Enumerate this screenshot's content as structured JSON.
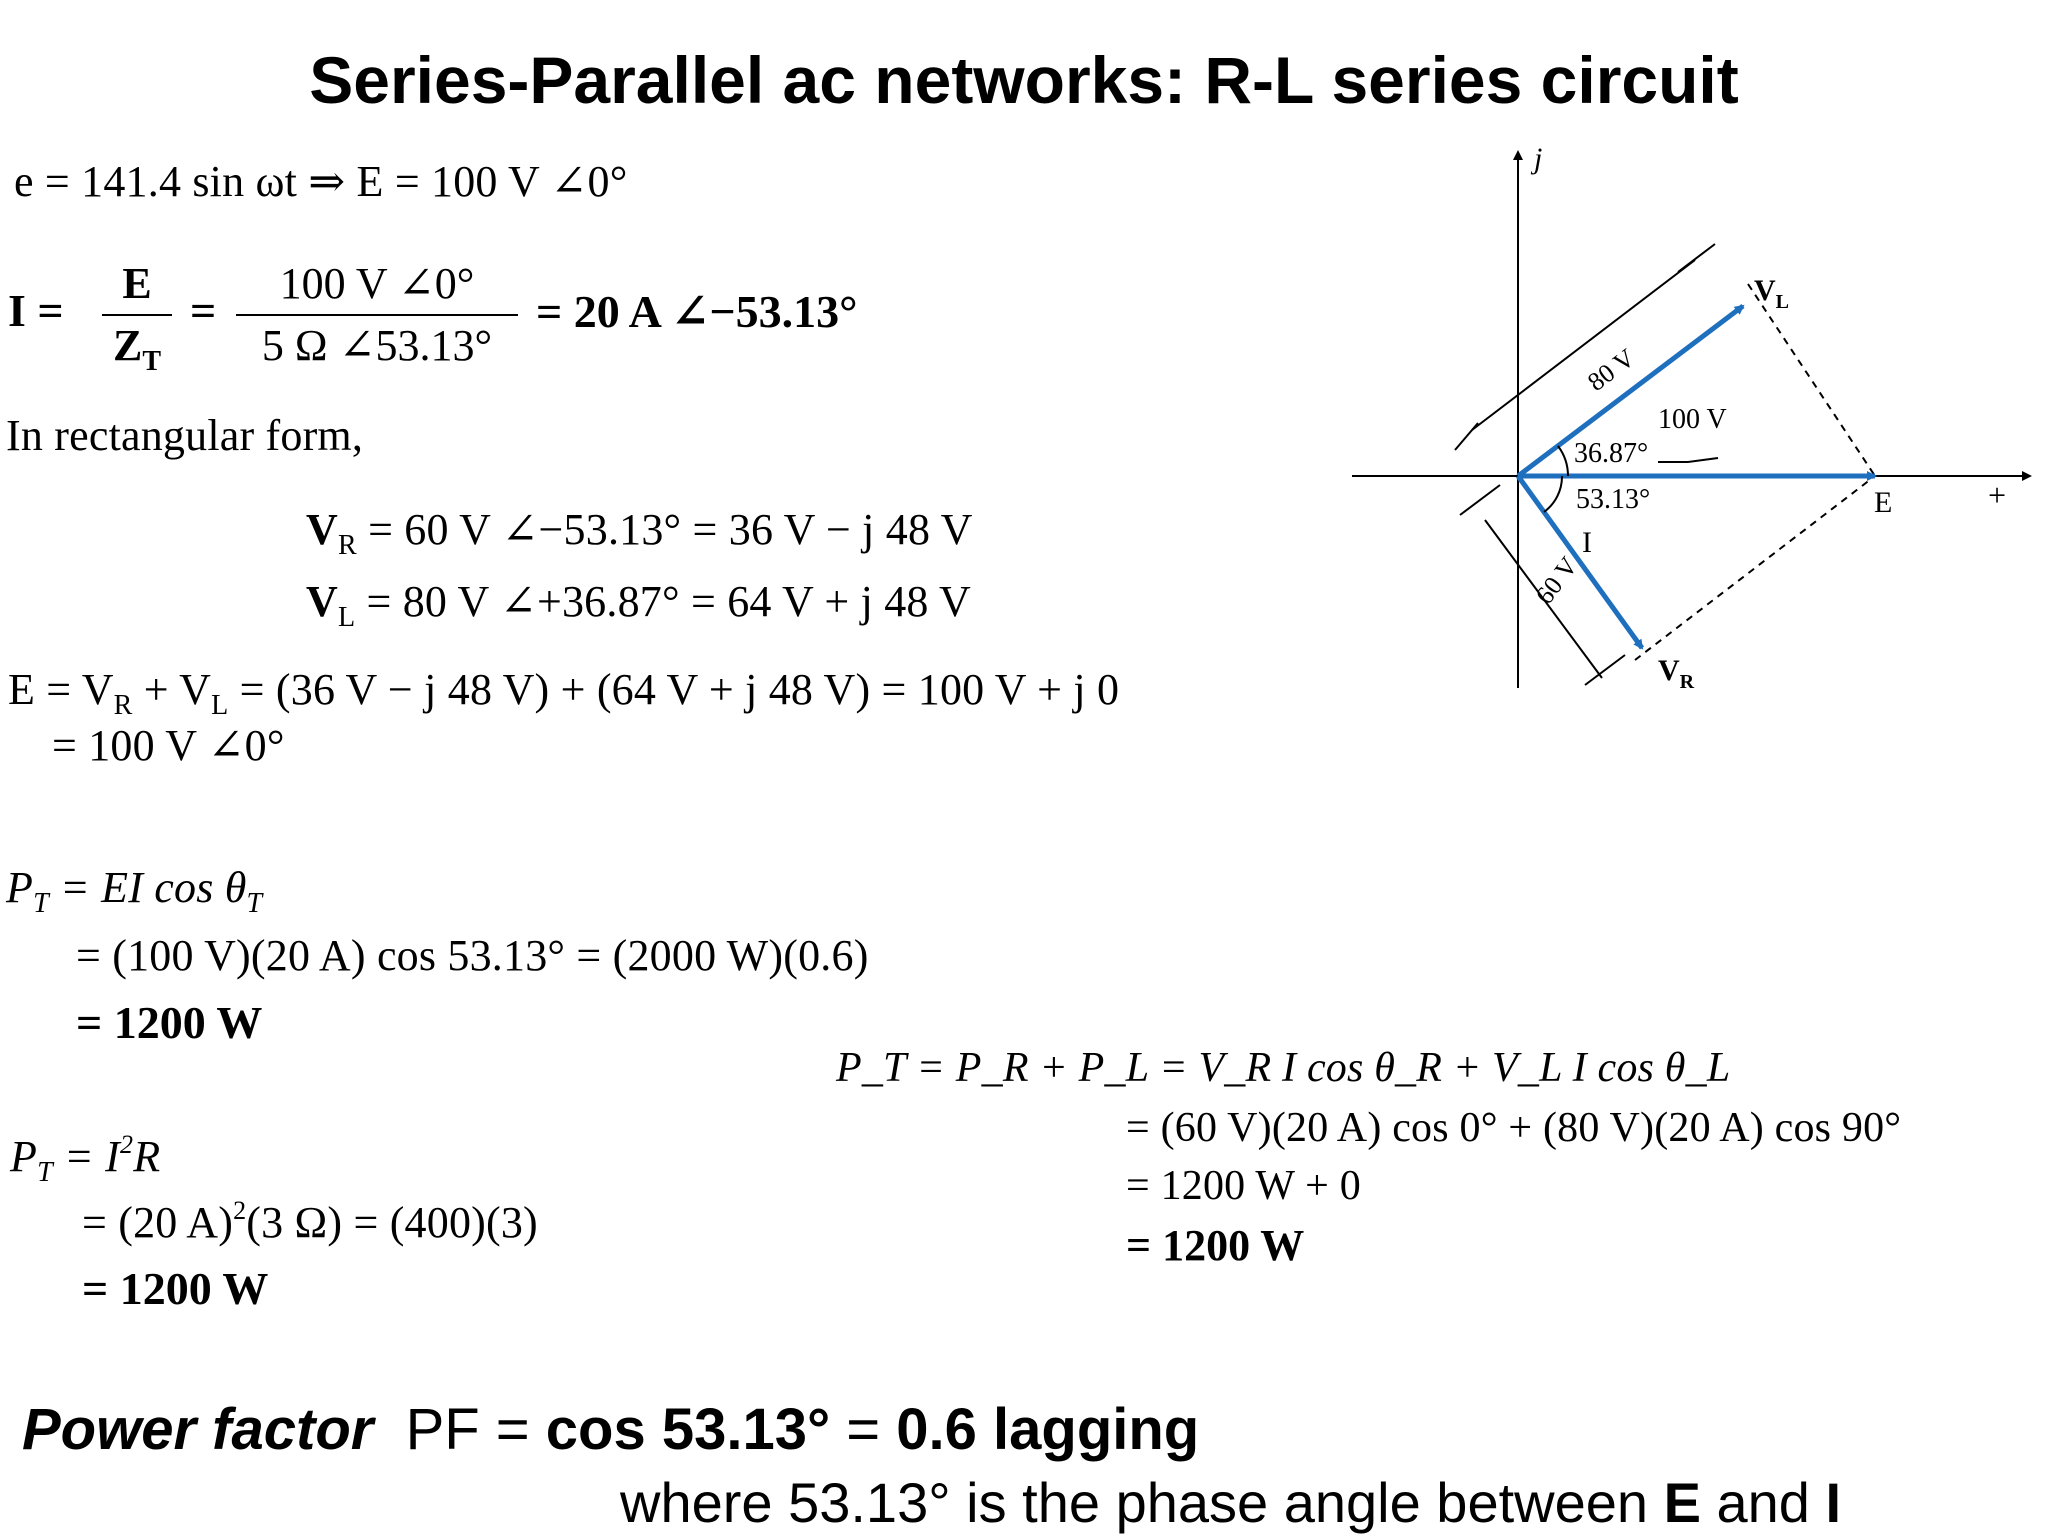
{
  "title": "Series-Parallel ac networks: R-L series circuit",
  "eq_e": "e = 141.4 sin ωt ⇒ E = 100 V ∠0°",
  "current": {
    "lhs": "I =",
    "frac1_num": "E",
    "frac1_den": "Z",
    "frac1_den_sub": "T",
    "eq_sign": "=",
    "frac2_num": "100 V ∠0°",
    "frac2_den": "5 Ω ∠53.13°",
    "result": "= 20 A ∠−53.13°"
  },
  "rect_form_label": "In rectangular form,",
  "vr": {
    "sym": "V",
    "sub": "R",
    "rest": " = 60 V ∠−53.13° = 36 V − j 48 V"
  },
  "vl": {
    "sym": "V",
    "sub": "L",
    "rest": " = 80 V ∠+36.87° = 64 V + j 48 V"
  },
  "kvl": {
    "p1": "E = V",
    "s1": "R",
    "p2": " + V",
    "s2": "L",
    "p3": " = (36 V − j 48 V) + (64 V + j 48 V) = 100 V + j 0",
    "line2": "= 100 V ∠0°"
  },
  "power1": {
    "l1_a": "P",
    "l1_sub": "T",
    "l1_b": " = EI cos θ",
    "l1_sub2": "T",
    "l2": "= (100 V)(20 A) cos 53.13° = (2000 W)(0.6)",
    "l3": "= 1200 W"
  },
  "power2": {
    "l1_a": "P",
    "l1_sub": "T",
    "l1_b": " = I",
    "l1_sup": "2",
    "l1_c": "R",
    "l2_a": "= (20 A)",
    "l2_sup": "2",
    "l2_b": "(3 Ω) = (400)(3)",
    "l3": "= 1200 W"
  },
  "power3": {
    "l1": "P_T = P_R + P_L = V_R I cos θ_R + V_L I cos θ_L",
    "l2": "= (60 V)(20 A) cos 0° + (80 V)(20 A) cos 90°",
    "l3": "= 1200 W + 0",
    "l4": "= 1200 W"
  },
  "pf": {
    "label": "Power factor",
    "pf_eq": "PF = ",
    "cos": "cos 53.13°",
    "eq2": " = ",
    "value": "0.6 lagging"
  },
  "where": {
    "a": "where  53.13° is the phase angle between ",
    "e": "E",
    "and": " and ",
    "i": "I"
  },
  "phasor": {
    "axis_j": "j",
    "axis_plus": "+",
    "vl_label": "V",
    "vl_sub": "L",
    "vr_label": "V",
    "vr_sub": "R",
    "e_label": "E",
    "i_label": "I",
    "mag_80": "80 V",
    "mag_60": "60 V",
    "mag_100": "100 V",
    "angle_pos": "36.87°",
    "angle_neg": "53.13°",
    "arrow_color": "#1f6fbf"
  }
}
